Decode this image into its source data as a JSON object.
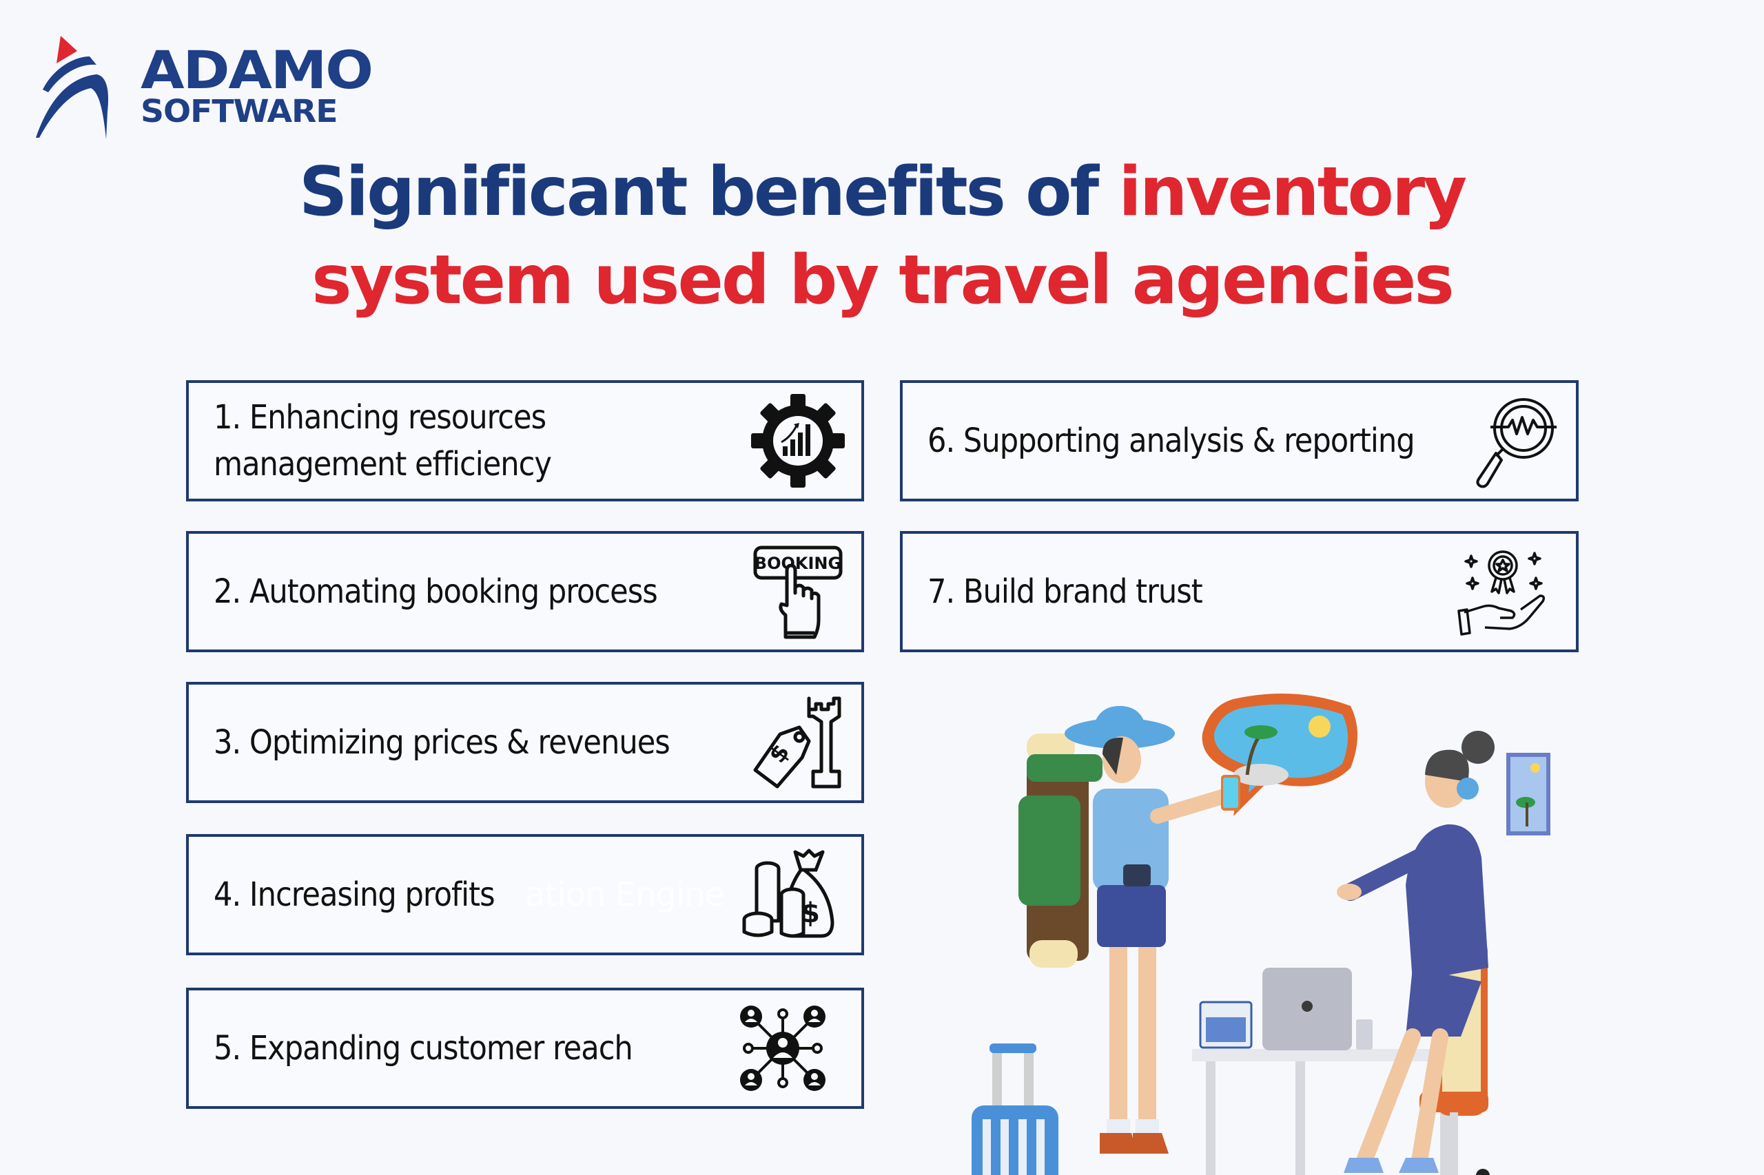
{
  "brand": {
    "name_line1": "ADAMO",
    "name_line2": "SOFTWARE",
    "colors": {
      "primary": "#1f3f86",
      "accent": "#e0262f"
    }
  },
  "title": {
    "line1_navy": "Significant benefits of ",
    "line1_red": "inventory",
    "line2_red": "system used by travel agencies",
    "colors": {
      "navy": "#1b3a7c",
      "red": "#e0262f"
    }
  },
  "benefits": [
    {
      "label_line1": "1. Enhancing resources",
      "label_line2": "management efficiency",
      "icon": "gear-chart-icon"
    },
    {
      "label": "2. Automating booking process",
      "icon": "booking-button-icon",
      "icon_text": "BOOKING"
    },
    {
      "label": "3. Optimizing prices & revenues",
      "icon": "price-tag-chess-rook-icon"
    },
    {
      "label": "4. Increasing profits",
      "icon": "money-bag-coins-icon",
      "icon_text": "$",
      "watermark": "ation Engine"
    },
    {
      "label": "5. Expanding customer reach",
      "icon": "customer-network-icon"
    },
    {
      "label": "6. Supporting analysis & reporting",
      "icon": "magnifier-analytics-icon"
    },
    {
      "label": "7. Build brand trust",
      "icon": "award-hand-icon"
    }
  ],
  "card_border_color": "#1e3a6e",
  "illustration": {
    "description": "travel-agent-with-tourist-3d-illustration"
  }
}
